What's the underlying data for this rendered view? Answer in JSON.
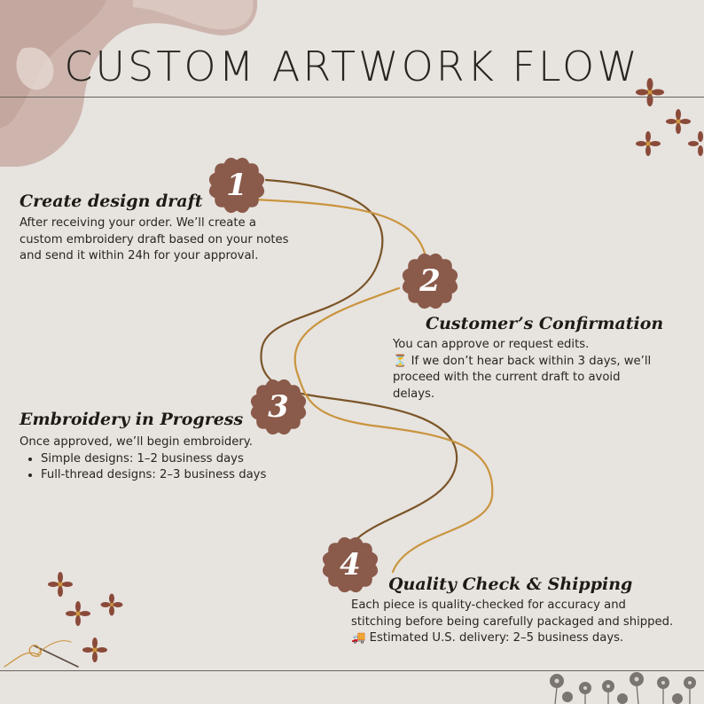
{
  "title": "CUSTOM ARTWORK FLOW",
  "colors": {
    "background": "#e7e3df",
    "badge": "#8a5a4a",
    "thread_dark": "#7a5528",
    "thread_gold": "#c9953f",
    "accent_flower": "#8a4a3a"
  },
  "steps": [
    {
      "number": "1",
      "heading": "Create design draft",
      "lines": [
        "After receiving your order. We’ll create a",
        "custom embroidery draft based on your notes",
        "and send it within 24h for your approval."
      ]
    },
    {
      "number": "2",
      "heading": "Customer’s Confirmation",
      "lines": [
        "You can approve or request edits.",
        "⏳ If we don’t hear back within 3 days, we’ll",
        "proceed with the current draft to avoid",
        "delays."
      ]
    },
    {
      "number": "3",
      "heading": "Embroidery in Progress",
      "intro": "Once approved, we’ll begin embroidery.",
      "bullets": [
        "Simple designs: 1–2 business days",
        "Full-thread designs: 2–3 business days"
      ]
    },
    {
      "number": "4",
      "heading": "Quality Check & Shipping",
      "lines": [
        "Each piece is quality-checked for accuracy and",
        "stitching before being carefully packaged and shipped.",
        "🚚 Estimated U.S. delivery: 2–5 business days."
      ]
    }
  ],
  "icons": [
    "flower-icon",
    "needle-thread-icon",
    "watercolor-shape"
  ]
}
